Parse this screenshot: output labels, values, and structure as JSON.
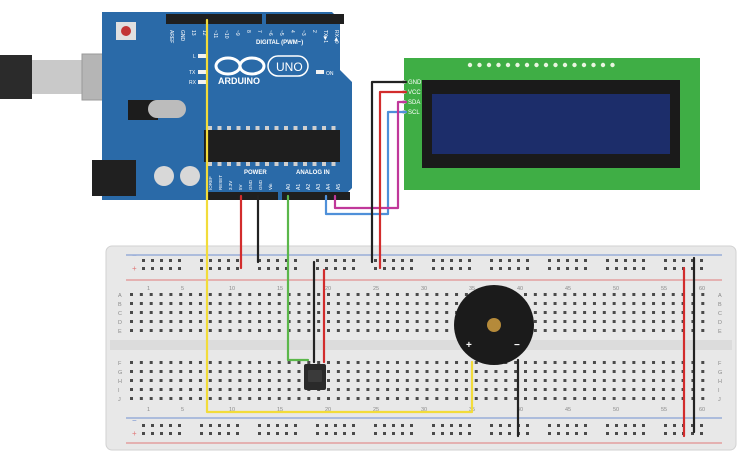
{
  "arduino": {
    "brand": "ARDUINO",
    "model": "UNO",
    "digital_header": "DIGITAL (PWM~)",
    "power_header": "POWER",
    "analog_header": "ANALOG IN",
    "on_label": "ON",
    "l_label": "L",
    "tx_label": "TX",
    "rx_label": "RX",
    "top_pins": [
      "AREF",
      "GND",
      "13",
      "12",
      "~11",
      "~10",
      "~9",
      "8",
      "7",
      "~6",
      "~5",
      "4",
      "~3",
      "2",
      "TX▶1",
      "RX◀0"
    ],
    "power_pins": [
      "IOREF",
      "RESET",
      "3.3V",
      "5V",
      "GND",
      "GND",
      "Vin"
    ],
    "analog_pins": [
      "A0",
      "A1",
      "A2",
      "A3",
      "A4",
      "A5"
    ]
  },
  "lcd": {
    "pins": [
      "GND",
      "VCC",
      "SDA",
      "SCL"
    ]
  },
  "breadboard": {
    "row_letters_top": [
      "A",
      "B",
      "C",
      "D",
      "E"
    ],
    "row_letters_bottom": [
      "F",
      "G",
      "H",
      "I",
      "J"
    ],
    "column_numbers": [
      "1",
      "5",
      "10",
      "15",
      "20",
      "25",
      "30",
      "35",
      "40",
      "45",
      "50",
      "55",
      "60"
    ],
    "rail_minus": "−",
    "rail_plus": "+"
  },
  "buzzer": {
    "plus": "+",
    "minus": "−"
  },
  "colors": {
    "board": "#2a6aa8",
    "wire_yellow": "#f2dc3a",
    "wire_red": "#d22c2c",
    "wire_black": "#222222",
    "wire_green": "#5bb74a",
    "wire_blue": "#4f90d9",
    "wire_magenta": "#c0389a",
    "lcd_board": "#3fae45",
    "lcd_screen": "#1c2d6a"
  }
}
